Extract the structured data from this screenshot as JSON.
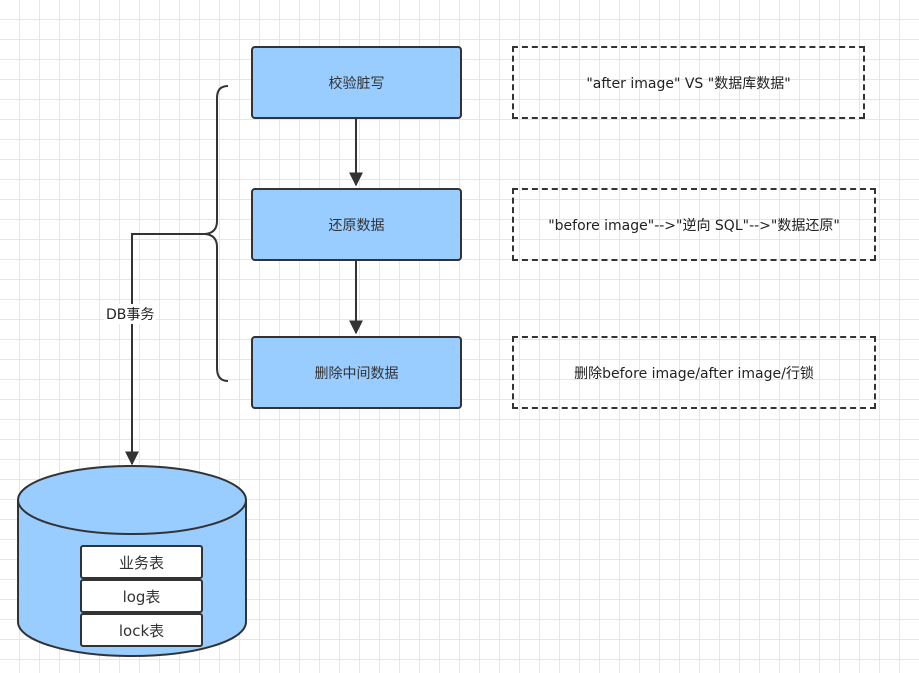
{
  "steps": [
    {
      "label": "校验脏写"
    },
    {
      "label": "还原数据"
    },
    {
      "label": "删除中间数据"
    }
  ],
  "notes": [
    {
      "text": "\"after image\" VS \"数据库数据\""
    },
    {
      "text": "\"before image\"-->\"逆向 SQL\"-->\"数据还原\""
    },
    {
      "text": "删除before image/after image/行锁"
    }
  ],
  "transaction_label": "DB事务",
  "database": {
    "tables": [
      "业务表",
      "log表",
      "lock表"
    ]
  },
  "colors": {
    "node_fill": "#99ccff",
    "stroke": "#333333",
    "grid": "#e6e6e6"
  }
}
